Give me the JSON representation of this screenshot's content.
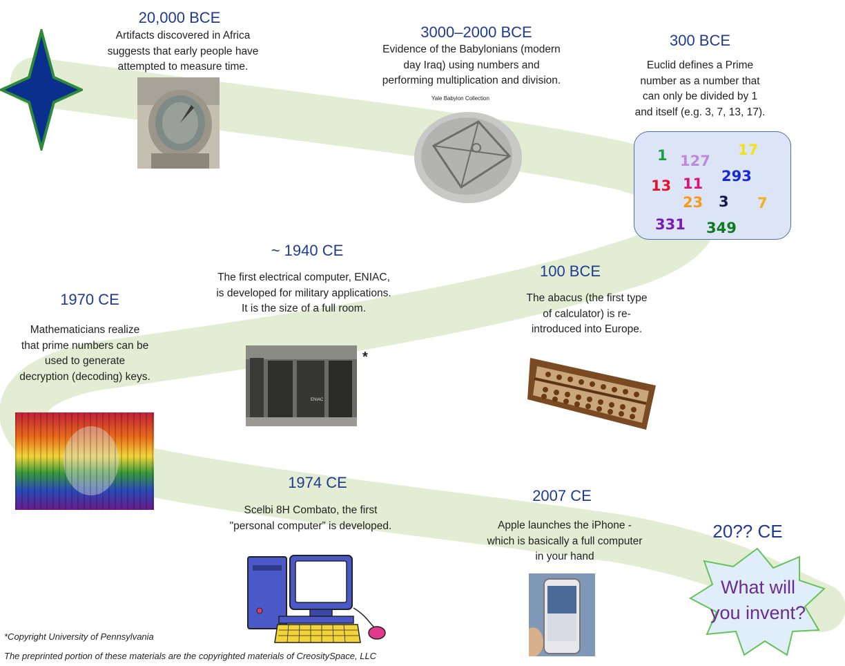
{
  "colors": {
    "path": "#e3edd3",
    "year": "#1f3a93",
    "star_fill": "#0b2f8c",
    "star_stroke": "#2e8b3a",
    "prime_box": "#dce5f5",
    "invent_fill": "#dfeefa",
    "invent_stroke": "#67c25a",
    "invent_text": "#6a2c91"
  },
  "events": [
    {
      "year": "20,000 BCE",
      "text": [
        "Artifacts discovered in Africa",
        "suggests that early people  have",
        "attempted to measure time."
      ]
    },
    {
      "year": "3000–2000 BCE",
      "text": [
        "Evidence of the Babylonians (modern",
        "day Iraq) using numbers and",
        "performing multiplication and division."
      ],
      "caption": "Yale Babylon Collection"
    },
    {
      "year": "300 BCE",
      "text": [
        "Euclid defines a Prime",
        "number as a number that",
        "can only be divided by 1",
        "and itself (e.g. 3, 7, 13, 17)."
      ]
    },
    {
      "year": "~ 1940 CE",
      "text": [
        "The first electrical computer, ENIAC,",
        "is developed for military applications.",
        "It is the size of a full room."
      ],
      "asterisk": "*"
    },
    {
      "year": "100 BCE",
      "text": [
        "The abacus (the first type",
        "of calculator) is re-",
        "introduced into Europe."
      ]
    },
    {
      "year": "1970 CE",
      "text": [
        "Mathematicians realize",
        "that prime numbers can be",
        "used to generate",
        "decryption (decoding) keys."
      ]
    },
    {
      "year": "1974 CE",
      "text": [
        "Scelbi 8H Combato, the first",
        "\"personal computer” is developed."
      ]
    },
    {
      "year": "2007 CE",
      "text": [
        "Apple launches the iPhone -",
        "which is basically a full computer",
        "in your hand"
      ]
    },
    {
      "year": "20?? CE",
      "text": [
        "What will",
        "you invent?"
      ]
    }
  ],
  "primes": [
    {
      "value": "1",
      "color": "#1e9e4a"
    },
    {
      "value": "127",
      "color": "#c08ad8"
    },
    {
      "value": "17",
      "color": "#f2e01c"
    },
    {
      "value": "13",
      "color": "#e8102a"
    },
    {
      "value": "11",
      "color": "#e0107a"
    },
    {
      "value": "293",
      "color": "#1428d8"
    },
    {
      "value": "23",
      "color": "#f59a1c"
    },
    {
      "value": "3",
      "color": "#101a50"
    },
    {
      "value": "7",
      "color": "#f2b21c"
    },
    {
      "value": "331",
      "color": "#7a1ab8"
    },
    {
      "value": "349",
      "color": "#0e7a20"
    }
  ],
  "pictures": {
    "eniac_label": "ENIAC"
  },
  "footer": [
    "*Copyright University of Pennsylvania",
    "The preprinted portion of these materials are the copyrighted materials of CreositySpace, LLC"
  ]
}
